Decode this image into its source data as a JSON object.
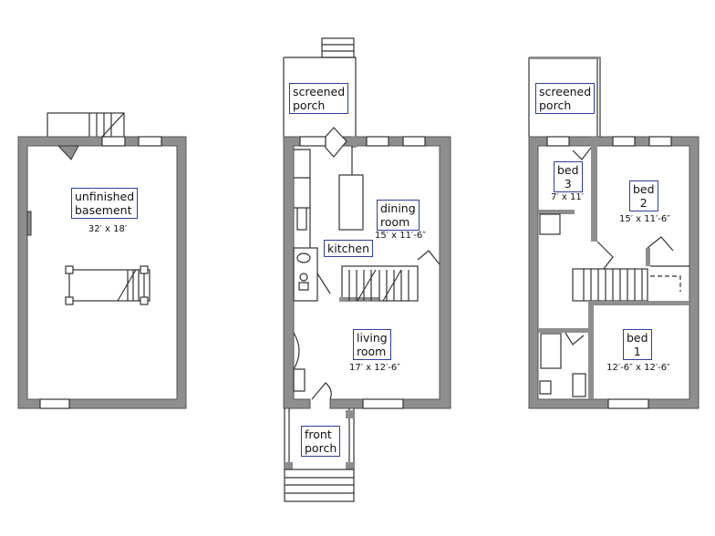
{
  "basement": {
    "label_line1": "unfinished",
    "label_line2": "basement",
    "dimensions": "32′ x 18′"
  },
  "main_floor": {
    "screened_porch": {
      "line1": "screened",
      "line2": "porch"
    },
    "dining_room": {
      "line1": "dining",
      "line2": "room",
      "dimensions": "15′ x 11′-6″"
    },
    "kitchen": {
      "label": "kitchen"
    },
    "living_room": {
      "line1": "living",
      "line2": "room",
      "dimensions": "17′ x 12′-6″"
    },
    "front_porch": {
      "line1": "front",
      "line2": "porch"
    }
  },
  "upper_floor": {
    "screened_porch": {
      "line1": "screened",
      "line2": "porch"
    },
    "bed3": {
      "line1": "bed",
      "line2": "3",
      "dimensions": "7′ x 11′"
    },
    "bed2": {
      "line1": "bed",
      "line2": "2",
      "dimensions": "15′ x 11′-6″"
    },
    "bed1": {
      "line1": "bed",
      "line2": "1",
      "dimensions": "12′-6″ x 12′-6″"
    }
  },
  "colors": {
    "wall": "#8e8e8e",
    "label_border": "#2b3f9e"
  }
}
